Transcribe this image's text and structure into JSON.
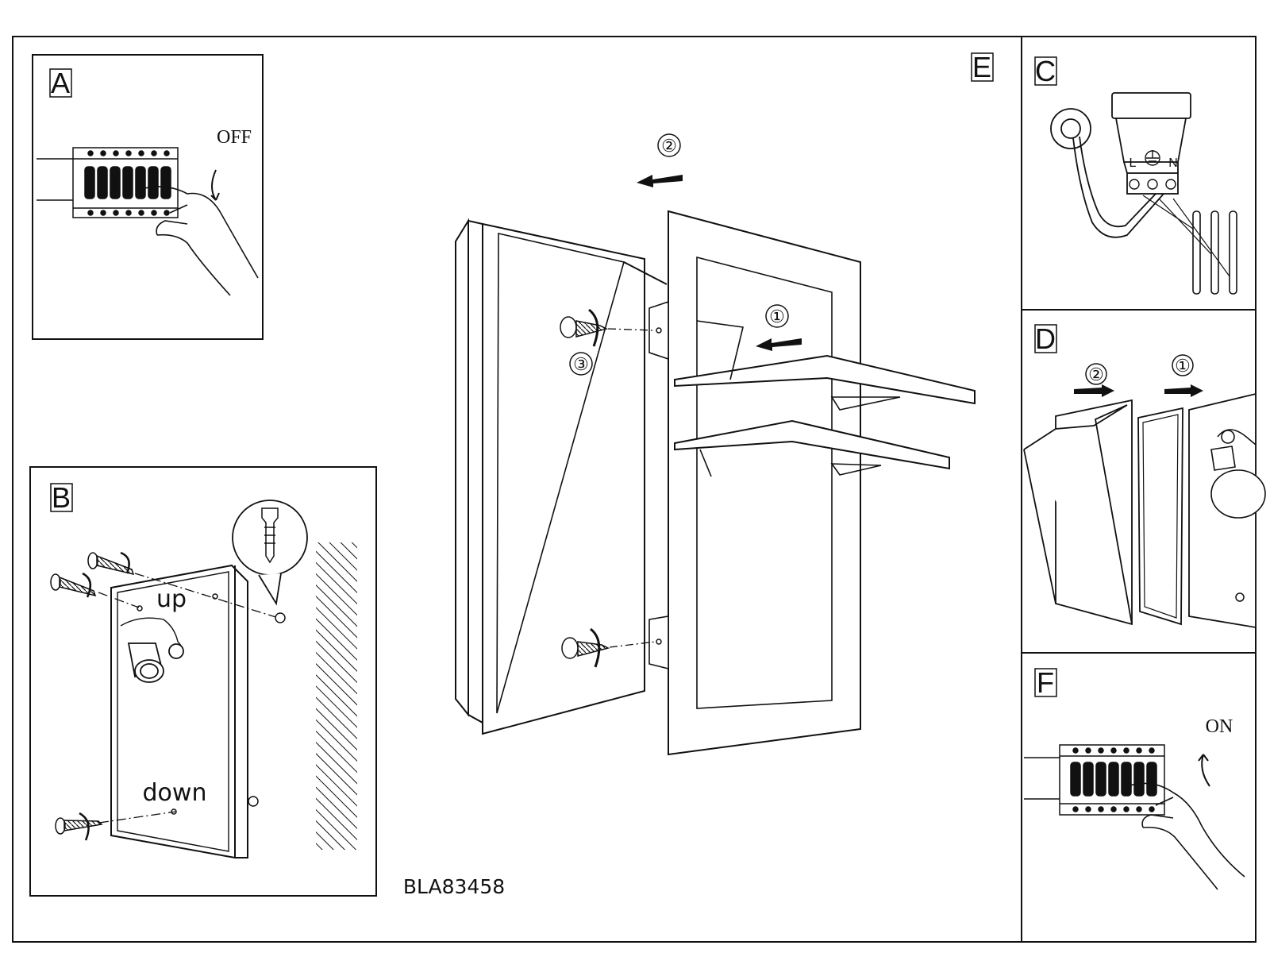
{
  "panels": {
    "a": {
      "label": "A",
      "switch_state": "OFF"
    },
    "b": {
      "label": "B",
      "upper_mark": "up",
      "lower_mark": "down"
    },
    "c": {
      "label": "C",
      "terminal_live": "L",
      "terminal_neutral": "N"
    },
    "d": {
      "label": "D",
      "step_1": "①",
      "step_2": "②"
    },
    "e": {
      "label": "E",
      "step_1": "①",
      "step_2": "②",
      "step_3": "③"
    },
    "f": {
      "label": "F",
      "switch_state": "ON"
    }
  },
  "model_code": "BLA83458",
  "icons": [
    "circuit-breaker-icon",
    "hand-icon",
    "screw-icon",
    "wall-plug-icon",
    "lamp-socket-icon",
    "arrow-icon",
    "rotation-arrow-icon",
    "earth-ground-icon"
  ],
  "colors": {
    "line": "#111111",
    "background": "#ffffff"
  }
}
